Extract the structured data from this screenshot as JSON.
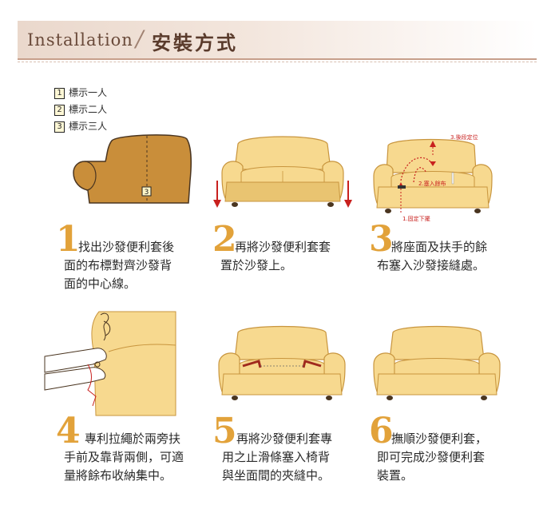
{
  "header": {
    "title_en": "Installation",
    "slash": "/",
    "title_zh": "安裝方式"
  },
  "legend": {
    "items": [
      {
        "num": "1",
        "label": "標示一人"
      },
      {
        "num": "2",
        "label": "標示二人"
      },
      {
        "num": "3",
        "label": "標示三人"
      }
    ]
  },
  "diagram_labels": {
    "tag_num": "3",
    "label_fix_back": "3.後段定位",
    "label_insert": "2.塞入餘布",
    "label_fix_bottom": "1.固定下擺"
  },
  "steps": [
    {
      "num": "1",
      "lines": [
        "找出沙發便利套後",
        "面的布標對齊沙發背",
        "面的中心線。"
      ]
    },
    {
      "num": "2",
      "lines": [
        "再將沙發便利套套",
        "置於沙發上。"
      ]
    },
    {
      "num": "3",
      "lines": [
        "將座面及扶手的餘",
        "布塞入沙發接縫處。"
      ]
    },
    {
      "num": "4",
      "lines": [
        "專利拉繩於兩旁扶",
        "手前及靠背兩側，可適",
        "量將餘布收納集中。"
      ]
    },
    {
      "num": "5",
      "lines": [
        "再將沙發便利套專",
        "用之止滑條塞入椅背",
        "與坐面間的夾縫中。"
      ]
    },
    {
      "num": "6",
      "lines": [
        "撫順沙發便利套，",
        "即可完成沙發便利套",
        "裝置。"
      ]
    }
  ],
  "colors": {
    "accent": "#e2a23a",
    "sofa": "#f7d98f",
    "sofa_shadow": "#e9c471",
    "sofa_dark": "#c8953e",
    "arrow_red": "#c8201e",
    "header_line": "#c79f8b"
  }
}
